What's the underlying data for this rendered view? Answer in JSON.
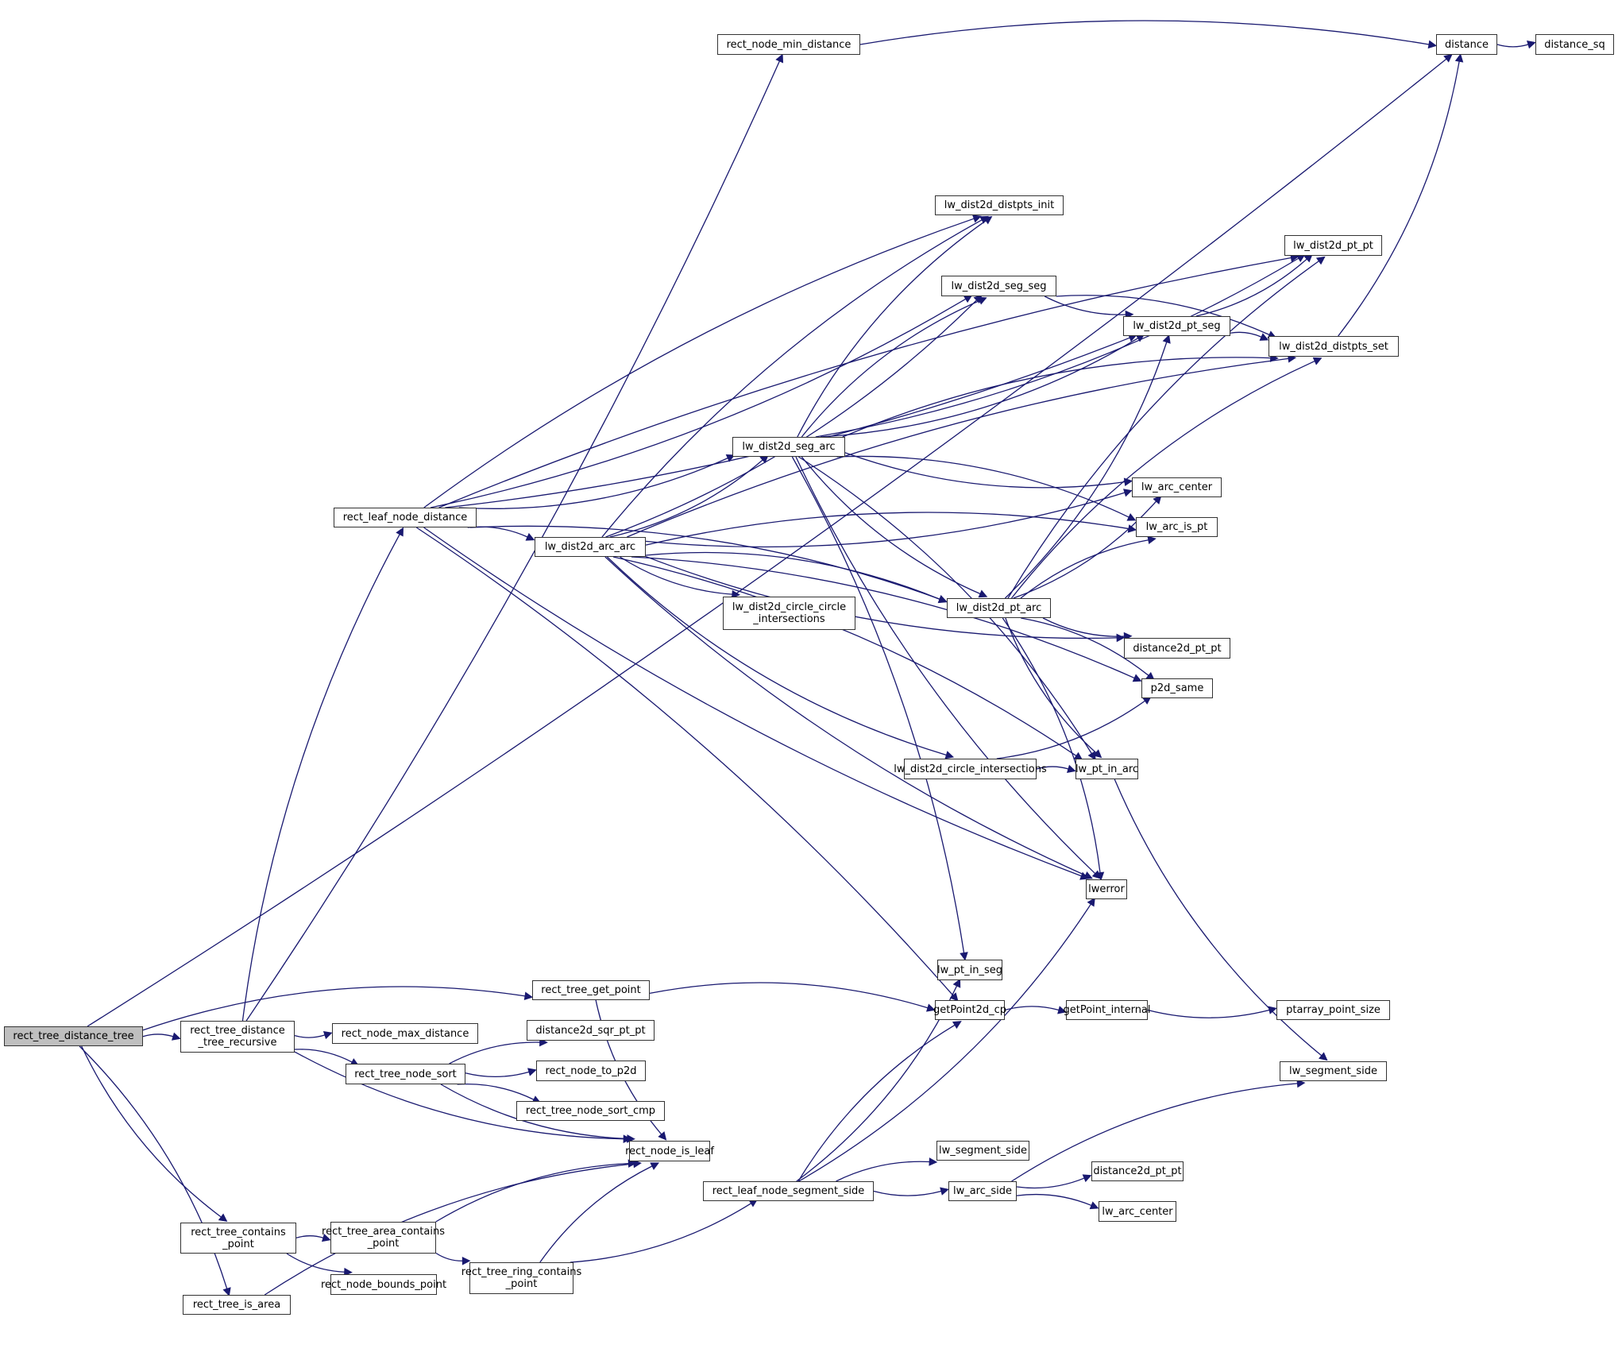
{
  "graph": {
    "type": "call-graph",
    "root": "rect_tree_distance_tree",
    "colors": {
      "edge": "#191970",
      "node_border": "#333333",
      "root_fill": "#bfbfbf",
      "node_fill": "#ffffff"
    },
    "nodes": [
      {
        "id": "rect_tree_distance_tree",
        "label": "rect_tree_distance_tree",
        "root": true
      },
      {
        "id": "rect_tree_distance_tree_recursive",
        "label": "rect_tree_distance\n_tree_recursive"
      },
      {
        "id": "rect_tree_contains_point",
        "label": "rect_tree_contains\n_point"
      },
      {
        "id": "rect_tree_is_area",
        "label": "rect_tree_is_area"
      },
      {
        "id": "rect_node_min_distance",
        "label": "rect_node_min_distance"
      },
      {
        "id": "distance",
        "label": "distance"
      },
      {
        "id": "distance_sq",
        "label": "distance_sq"
      },
      {
        "id": "rect_leaf_node_distance",
        "label": "rect_leaf_node_distance"
      },
      {
        "id": "lw_dist2d_arc_arc",
        "label": "lw_dist2d_arc_arc"
      },
      {
        "id": "lw_dist2d_seg_arc",
        "label": "lw_dist2d_seg_arc"
      },
      {
        "id": "lw_dist2d_distpts_init",
        "label": "lw_dist2d_distpts_init"
      },
      {
        "id": "lw_dist2d_seg_seg",
        "label": "lw_dist2d_seg_seg"
      },
      {
        "id": "lw_dist2d_pt_pt",
        "label": "lw_dist2d_pt_pt"
      },
      {
        "id": "lw_dist2d_pt_seg",
        "label": "lw_dist2d_pt_seg"
      },
      {
        "id": "lw_dist2d_distpts_set",
        "label": "lw_dist2d_distpts_set"
      },
      {
        "id": "lw_arc_center",
        "label": "lw_arc_center"
      },
      {
        "id": "lw_arc_is_pt",
        "label": "lw_arc_is_pt"
      },
      {
        "id": "lw_dist2d_circle_circle_intersections",
        "label": "lw_dist2d_circle_circle\n_intersections"
      },
      {
        "id": "lw_dist2d_pt_arc",
        "label": "lw_dist2d_pt_arc"
      },
      {
        "id": "distance2d_pt_pt",
        "label": "distance2d_pt_pt"
      },
      {
        "id": "p2d_same",
        "label": "p2d_same"
      },
      {
        "id": "lw_dist2d_circle_intersections",
        "label": "lw_dist2d_circle_intersections"
      },
      {
        "id": "lw_pt_in_arc",
        "label": "lw_pt_in_arc"
      },
      {
        "id": "lwerror",
        "label": "lwerror"
      },
      {
        "id": "lw_pt_in_seg",
        "label": "lw_pt_in_seg"
      },
      {
        "id": "getPoint2d_cp",
        "label": "getPoint2d_cp"
      },
      {
        "id": "getPoint_internal",
        "label": "getPoint_internal"
      },
      {
        "id": "ptarray_point_size",
        "label": "ptarray_point_size"
      },
      {
        "id": "lw_segment_side_r",
        "label": "lw_segment_side"
      },
      {
        "id": "rect_tree_get_point",
        "label": "rect_tree_get_point"
      },
      {
        "id": "rect_node_max_distance",
        "label": "rect_node_max_distance"
      },
      {
        "id": "distance2d_sqr_pt_pt",
        "label": "distance2d_sqr_pt_pt"
      },
      {
        "id": "rect_tree_node_sort",
        "label": "rect_tree_node_sort"
      },
      {
        "id": "rect_node_to_p2d",
        "label": "rect_node_to_p2d"
      },
      {
        "id": "rect_tree_node_sort_cmp",
        "label": "rect_tree_node_sort_cmp"
      },
      {
        "id": "rect_node_is_leaf",
        "label": "rect_node_is_leaf"
      },
      {
        "id": "rect_leaf_node_segment_side",
        "label": "rect_leaf_node_segment_side"
      },
      {
        "id": "rect_tree_area_contains_point",
        "label": "rect_tree_area_contains\n_point"
      },
      {
        "id": "rect_node_bounds_point",
        "label": "rect_node_bounds_point"
      },
      {
        "id": "rect_tree_ring_contains_point",
        "label": "rect_tree_ring_contains\n_point"
      },
      {
        "id": "lw_segment_side_m",
        "label": "lw_segment_side"
      },
      {
        "id": "lw_arc_side",
        "label": "lw_arc_side"
      },
      {
        "id": "distance2d_pt_pt_low",
        "label": "distance2d_pt_pt"
      },
      {
        "id": "lw_arc_center_low",
        "label": "lw_arc_center"
      }
    ],
    "edges": [
      [
        "rect_tree_distance_tree",
        "rect_tree_distance_tree_recursive"
      ],
      [
        "rect_tree_distance_tree",
        "distance"
      ],
      [
        "rect_tree_distance_tree",
        "rect_tree_get_point"
      ],
      [
        "rect_tree_distance_tree",
        "rect_tree_contains_point"
      ],
      [
        "rect_tree_distance_tree",
        "rect_tree_is_area"
      ],
      [
        "rect_tree_distance_tree_recursive",
        "rect_node_min_distance"
      ],
      [
        "rect_tree_distance_tree_recursive",
        "rect_leaf_node_distance"
      ],
      [
        "rect_tree_distance_tree_recursive",
        "rect_node_max_distance"
      ],
      [
        "rect_tree_distance_tree_recursive",
        "rect_tree_node_sort"
      ],
      [
        "rect_tree_distance_tree_recursive",
        "rect_node_is_leaf"
      ],
      [
        "rect_node_min_distance",
        "distance"
      ],
      [
        "distance",
        "distance_sq"
      ],
      [
        "rect_leaf_node_distance",
        "lw_dist2d_arc_arc"
      ],
      [
        "rect_leaf_node_distance",
        "lw_dist2d_seg_arc"
      ],
      [
        "rect_leaf_node_distance",
        "lw_dist2d_distpts_init"
      ],
      [
        "rect_leaf_node_distance",
        "lw_dist2d_seg_seg"
      ],
      [
        "rect_leaf_node_distance",
        "lw_dist2d_pt_pt"
      ],
      [
        "rect_leaf_node_distance",
        "lw_dist2d_pt_seg"
      ],
      [
        "rect_leaf_node_distance",
        "lw_dist2d_pt_arc"
      ],
      [
        "rect_leaf_node_distance",
        "lwerror"
      ],
      [
        "rect_leaf_node_distance",
        "getPoint2d_cp"
      ],
      [
        "lw_dist2d_arc_arc",
        "lw_dist2d_seg_arc"
      ],
      [
        "lw_dist2d_arc_arc",
        "lw_dist2d_distpts_init"
      ],
      [
        "lw_dist2d_arc_arc",
        "lw_dist2d_seg_seg"
      ],
      [
        "lw_dist2d_arc_arc",
        "lw_dist2d_distpts_set"
      ],
      [
        "lw_dist2d_arc_arc",
        "lw_arc_center"
      ],
      [
        "lw_dist2d_arc_arc",
        "lw_arc_is_pt"
      ],
      [
        "lw_dist2d_arc_arc",
        "lw_dist2d_circle_circle_intersections"
      ],
      [
        "lw_dist2d_arc_arc",
        "lw_dist2d_pt_arc"
      ],
      [
        "lw_dist2d_arc_arc",
        "distance2d_pt_pt"
      ],
      [
        "lw_dist2d_arc_arc",
        "p2d_same"
      ],
      [
        "lw_dist2d_arc_arc",
        "lw_dist2d_circle_intersections"
      ],
      [
        "lw_dist2d_arc_arc",
        "lw_pt_in_arc"
      ],
      [
        "lw_dist2d_arc_arc",
        "lwerror"
      ],
      [
        "lw_dist2d_seg_arc",
        "lw_dist2d_distpts_init"
      ],
      [
        "lw_dist2d_seg_arc",
        "lw_dist2d_pt_pt"
      ],
      [
        "lw_dist2d_seg_arc",
        "lw_dist2d_seg_seg"
      ],
      [
        "lw_dist2d_seg_arc",
        "lw_dist2d_pt_seg"
      ],
      [
        "lw_dist2d_seg_arc",
        "lw_dist2d_distpts_set"
      ],
      [
        "lw_dist2d_seg_arc",
        "lw_arc_center"
      ],
      [
        "lw_dist2d_seg_arc",
        "lw_arc_is_pt"
      ],
      [
        "lw_dist2d_seg_arc",
        "lw_dist2d_pt_arc"
      ],
      [
        "lw_dist2d_seg_arc",
        "lw_pt_in_arc"
      ],
      [
        "lw_dist2d_seg_arc",
        "lwerror"
      ],
      [
        "lw_dist2d_seg_arc",
        "lw_pt_in_seg"
      ],
      [
        "lw_dist2d_seg_seg",
        "lw_dist2d_pt_seg"
      ],
      [
        "lw_dist2d_seg_seg",
        "lw_dist2d_distpts_set"
      ],
      [
        "lw_dist2d_pt_seg",
        "lw_dist2d_pt_pt"
      ],
      [
        "lw_dist2d_pt_seg",
        "lw_dist2d_distpts_set"
      ],
      [
        "lw_dist2d_distpts_set",
        "distance"
      ],
      [
        "lw_dist2d_pt_arc",
        "lw_dist2d_pt_pt"
      ],
      [
        "lw_dist2d_pt_arc",
        "lw_dist2d_pt_seg"
      ],
      [
        "lw_dist2d_pt_arc",
        "lw_dist2d_distpts_set"
      ],
      [
        "lw_dist2d_pt_arc",
        "lw_arc_center"
      ],
      [
        "lw_dist2d_pt_arc",
        "lw_arc_is_pt"
      ],
      [
        "lw_dist2d_pt_arc",
        "distance2d_pt_pt"
      ],
      [
        "lw_dist2d_pt_arc",
        "p2d_same"
      ],
      [
        "lw_dist2d_pt_arc",
        "lw_pt_in_arc"
      ],
      [
        "lw_dist2d_pt_arc",
        "lwerror"
      ],
      [
        "lw_dist2d_circle_intersections",
        "p2d_same"
      ],
      [
        "lw_dist2d_circle_intersections",
        "lw_pt_in_arc"
      ],
      [
        "lw_pt_in_arc",
        "lw_segment_side_r"
      ],
      [
        "getPoint2d_cp",
        "getPoint_internal"
      ],
      [
        "getPoint_internal",
        "ptarray_point_size"
      ],
      [
        "rect_tree_get_point",
        "getPoint2d_cp"
      ],
      [
        "rect_tree_get_point",
        "rect_node_is_leaf"
      ],
      [
        "rect_tree_node_sort",
        "distance2d_sqr_pt_pt"
      ],
      [
        "rect_tree_node_sort",
        "rect_node_to_p2d"
      ],
      [
        "rect_tree_node_sort",
        "rect_tree_node_sort_cmp"
      ],
      [
        "rect_tree_node_sort",
        "rect_node_is_leaf"
      ],
      [
        "rect_tree_contains_point",
        "rect_tree_area_contains_point"
      ],
      [
        "rect_tree_contains_point",
        "rect_node_bounds_point"
      ],
      [
        "rect_tree_area_contains_point",
        "rect_node_is_leaf"
      ],
      [
        "rect_tree_area_contains_point",
        "rect_tree_ring_contains_point"
      ],
      [
        "rect_tree_ring_contains_point",
        "rect_node_is_leaf"
      ],
      [
        "rect_tree_ring_contains_point",
        "rect_leaf_node_segment_side"
      ],
      [
        "rect_tree_is_area",
        "rect_node_is_leaf"
      ],
      [
        "rect_leaf_node_segment_side",
        "lw_pt_in_seg"
      ],
      [
        "rect_leaf_node_segment_side",
        "getPoint2d_cp"
      ],
      [
        "rect_leaf_node_segment_side",
        "lwerror"
      ],
      [
        "rect_leaf_node_segment_side",
        "lw_segment_side_m"
      ],
      [
        "rect_leaf_node_segment_side",
        "lw_arc_side"
      ],
      [
        "lw_arc_side",
        "lw_segment_side_r"
      ],
      [
        "lw_arc_side",
        "distance2d_pt_pt_low"
      ],
      [
        "lw_arc_side",
        "lw_arc_center_low"
      ]
    ]
  }
}
